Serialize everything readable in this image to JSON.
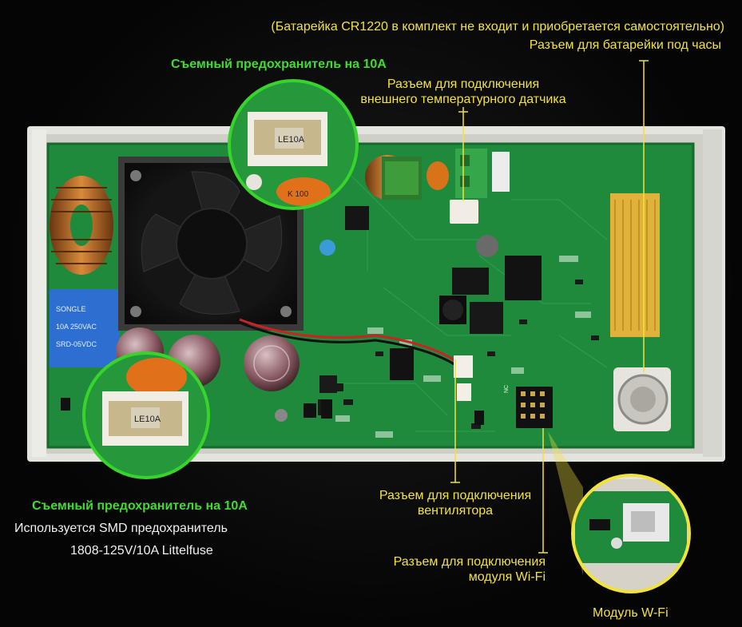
{
  "annotations": {
    "battery_note": "(Батарейка CR1220 в комплект не входит и приобретается самостоятельно)",
    "battery_connector": "Разъем для батарейки под часы",
    "fuse_top": "Съемный предохранитель на 10А",
    "temp_sensor_line1": "Разъем для подключения",
    "temp_sensor_line2": "внешнего температурного датчика",
    "fuse_bottom": "Съемный предохранитель на 10А",
    "smd_line1": "Используется SMD предохранитель",
    "smd_line2": "1808-125V/10A Littelfuse",
    "fan_line1": "Разъем для подключения",
    "fan_line2": "вентилятора",
    "wifi_line1": "Разъем для подключения",
    "wifi_line2": "модуля Wi-Fi",
    "wifi_module": "Модуль W-Fi"
  },
  "colors": {
    "annotation": "#f2e23a",
    "highlight": "#3fdc2e",
    "pcb": "#1f8a3c",
    "enclosure": "#e4e4de"
  }
}
